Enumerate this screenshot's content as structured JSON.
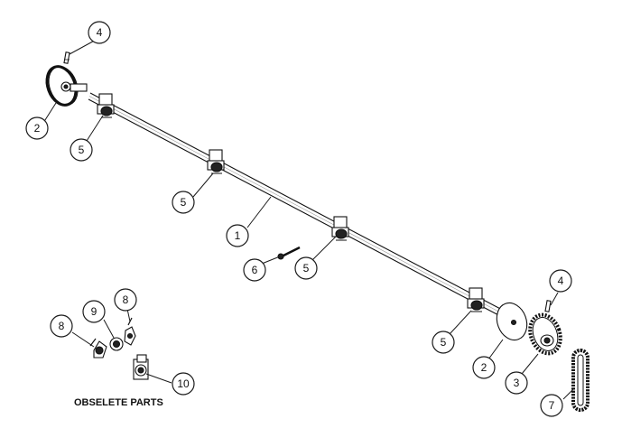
{
  "balloons": [
    {
      "id": "b-4-top",
      "label": "4"
    },
    {
      "id": "b-2-left",
      "label": "2"
    },
    {
      "id": "b-5-a",
      "label": "5"
    },
    {
      "id": "b-5-b",
      "label": "5"
    },
    {
      "id": "b-1",
      "label": "1"
    },
    {
      "id": "b-6",
      "label": "6"
    },
    {
      "id": "b-5-c",
      "label": "5"
    },
    {
      "id": "b-5-d",
      "label": "5"
    },
    {
      "id": "b-2-right",
      "label": "2"
    },
    {
      "id": "b-3",
      "label": "3"
    },
    {
      "id": "b-4-right",
      "label": "4"
    },
    {
      "id": "b-7",
      "label": "7"
    },
    {
      "id": "b-8-left",
      "label": "8"
    },
    {
      "id": "b-9",
      "label": "9"
    },
    {
      "id": "b-8-right",
      "label": "8"
    },
    {
      "id": "b-10",
      "label": "10"
    }
  ],
  "obsolete_label": "OBSELETE PARTS"
}
